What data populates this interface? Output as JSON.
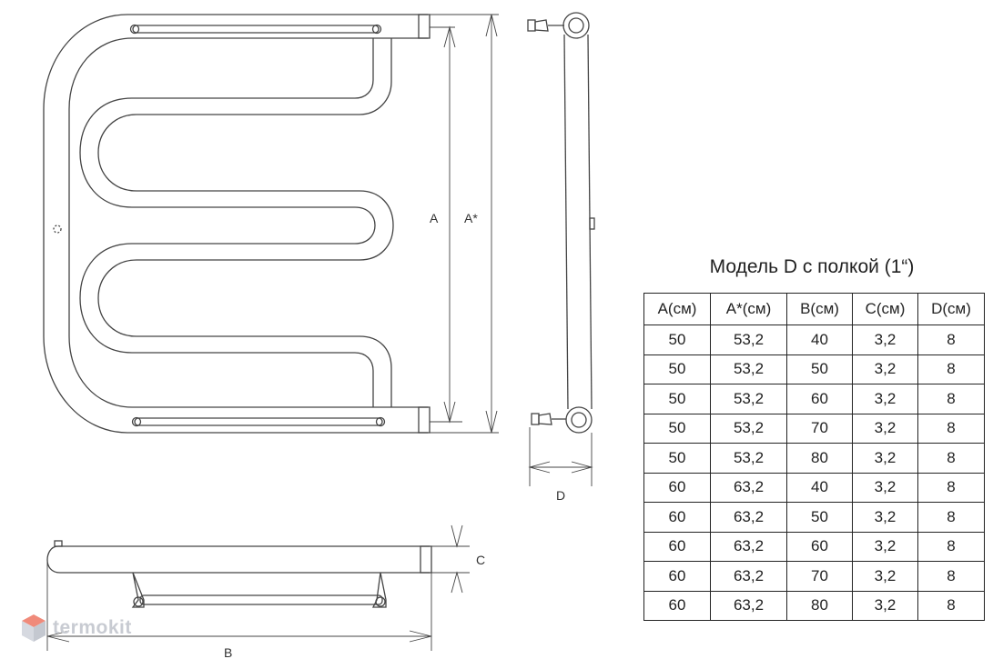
{
  "dimension_labels": {
    "a": "A",
    "a_star": "A*",
    "b": "B",
    "c": "C",
    "d": "D"
  },
  "table": {
    "title": "Модель D с полкой (1“)",
    "headers": [
      "A(см)",
      "A*(см)",
      "B(см)",
      "C(см)",
      "D(см)"
    ],
    "rows": [
      [
        "50",
        "53,2",
        "40",
        "3,2",
        "8"
      ],
      [
        "50",
        "53,2",
        "50",
        "3,2",
        "8"
      ],
      [
        "50",
        "53,2",
        "60",
        "3,2",
        "8"
      ],
      [
        "50",
        "53,2",
        "70",
        "3,2",
        "8"
      ],
      [
        "50",
        "53,2",
        "80",
        "3,2",
        "8"
      ],
      [
        "60",
        "63,2",
        "40",
        "3,2",
        "8"
      ],
      [
        "60",
        "63,2",
        "50",
        "3,2",
        "8"
      ],
      [
        "60",
        "63,2",
        "60",
        "3,2",
        "8"
      ],
      [
        "60",
        "63,2",
        "70",
        "3,2",
        "8"
      ],
      [
        "60",
        "63,2",
        "80",
        "3,2",
        "8"
      ]
    ]
  },
  "watermark": {
    "text": "termokit",
    "color": "#c8cbd2",
    "accent_color": "#f08a7a"
  }
}
